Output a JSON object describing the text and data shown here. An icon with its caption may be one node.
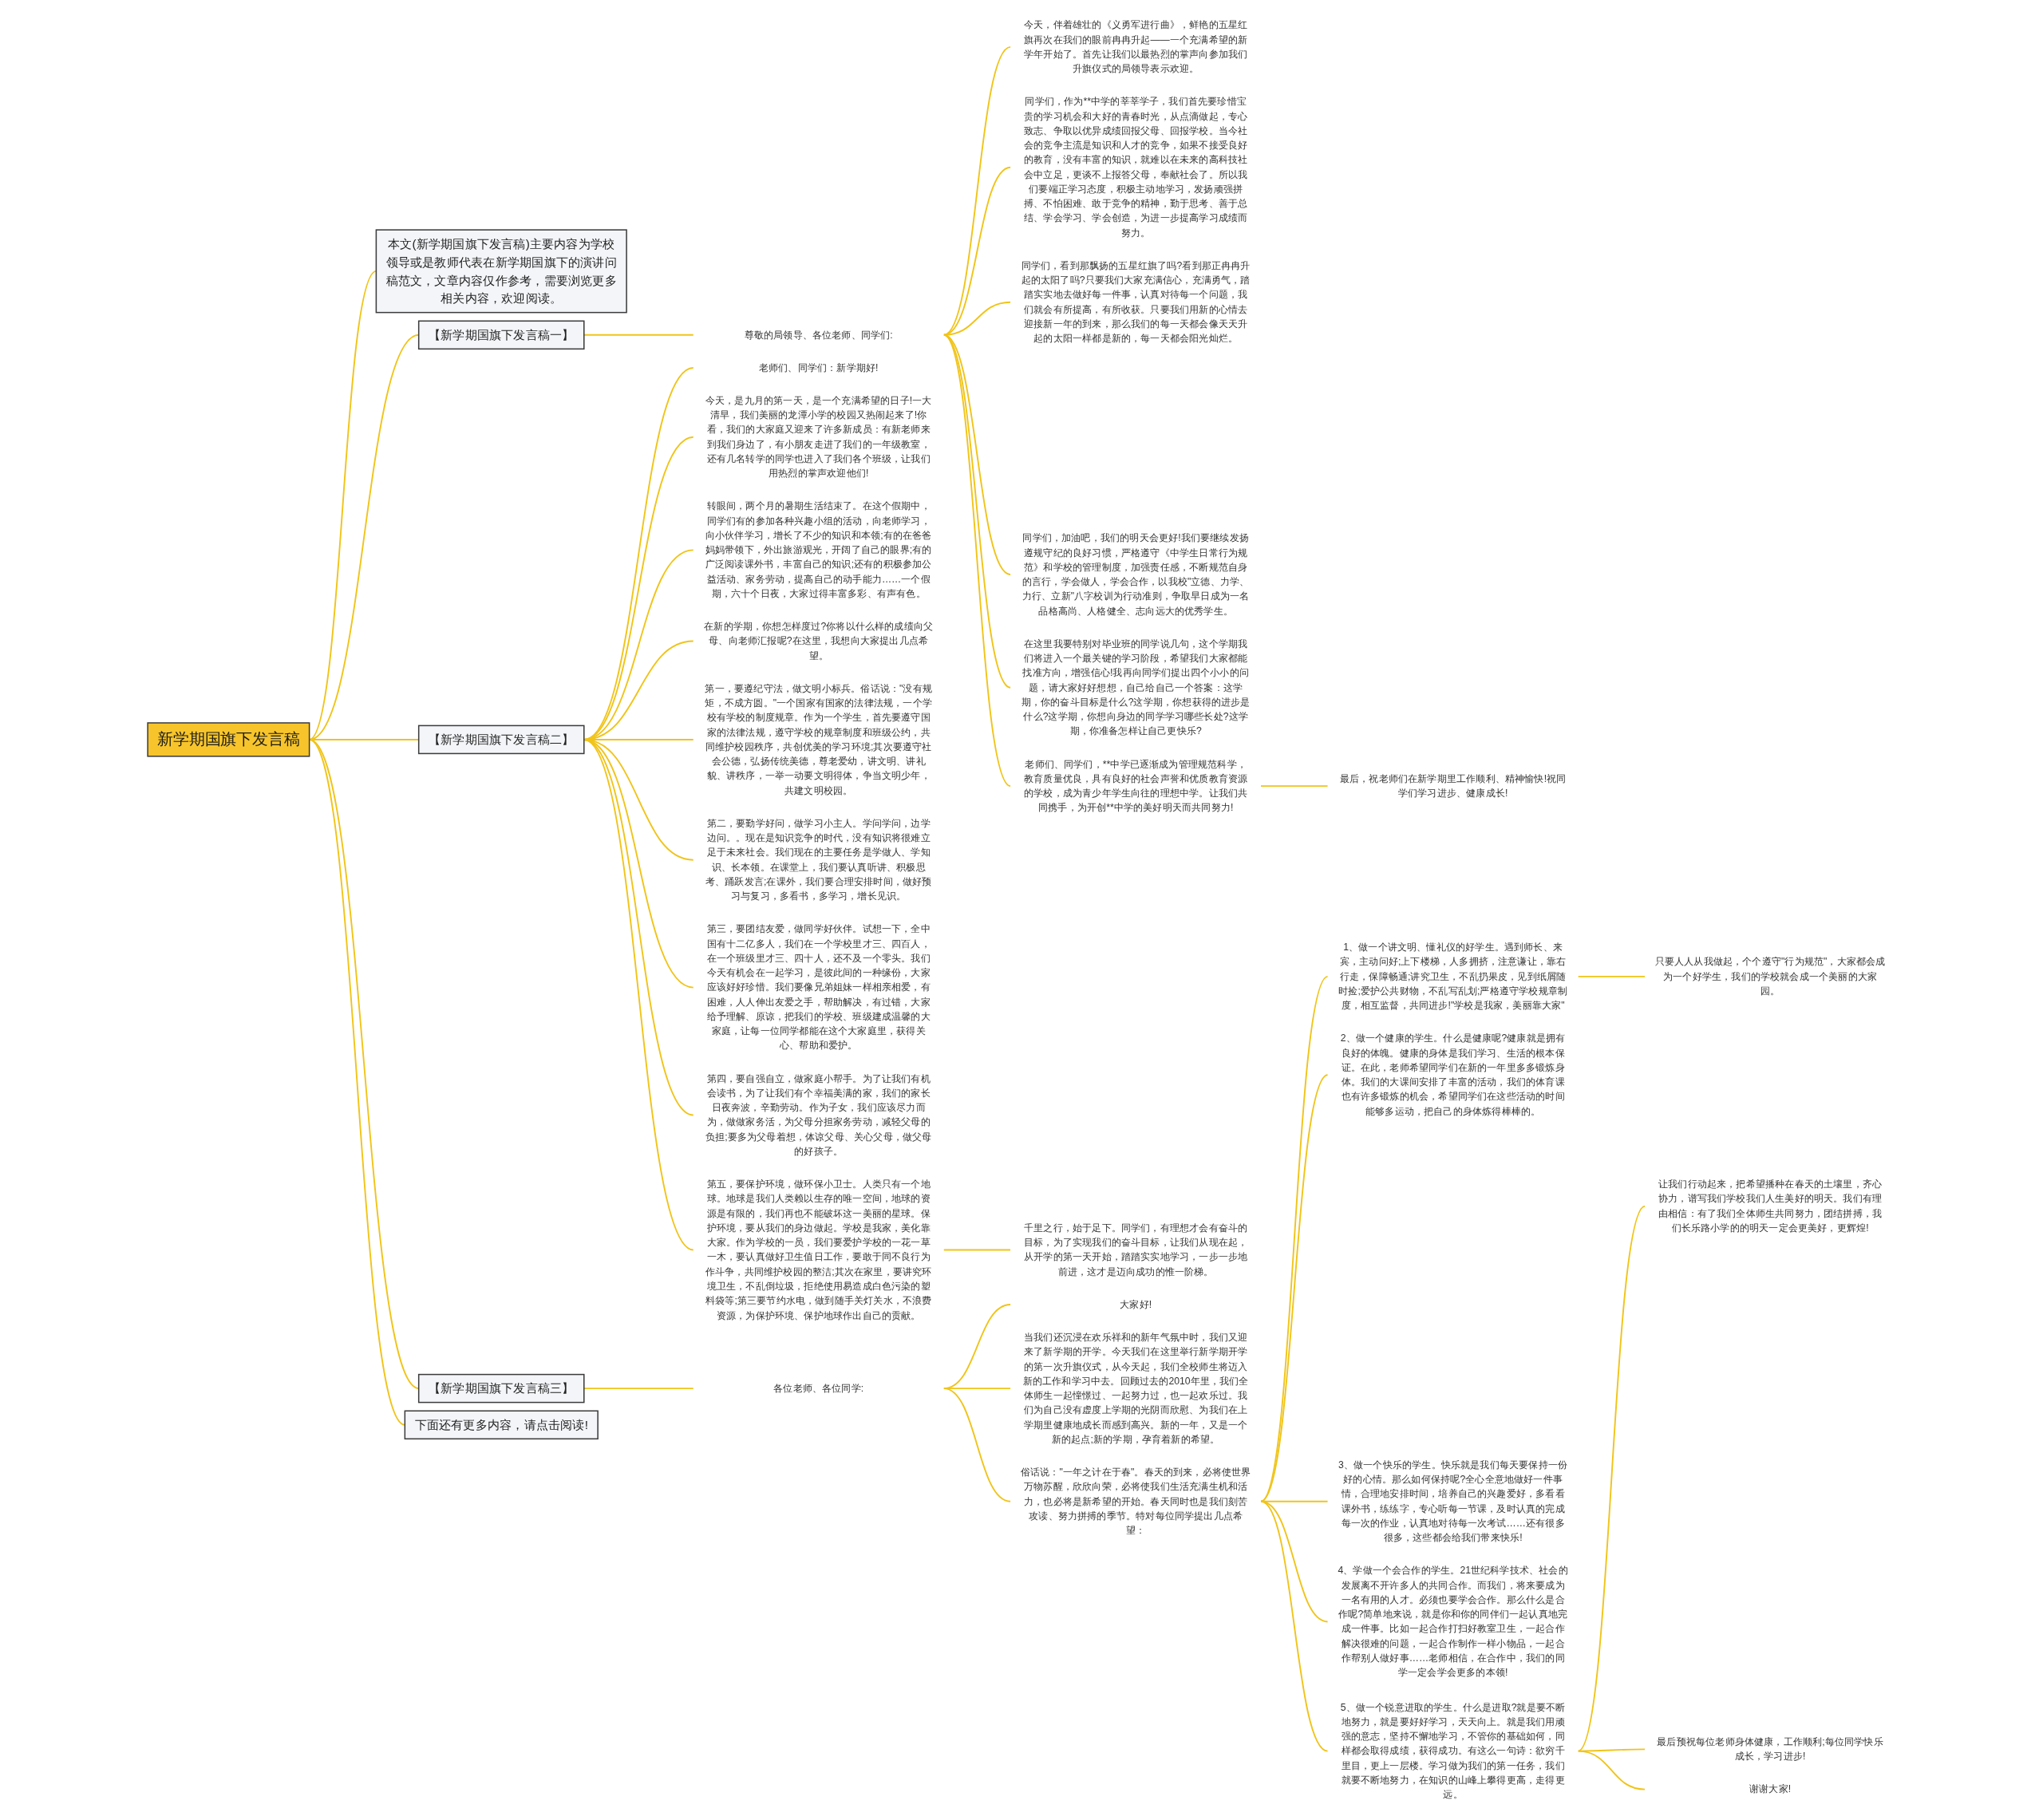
{
  "diagram": {
    "nodes": [
      {
        "text": [
          "新学期国旗下发言稿"
        ]
      },
      {
        "text": [
          "本文(新学期国旗下发言稿)主要内容为学校领导或是教师代表在新学期国旗下的演讲问稿范文，文章内容仅作参考，需要浏览更多相关内容，欢迎阅读。"
        ]
      },
      {
        "text": [
          "【新学期国旗下发言稿一】"
        ]
      },
      {
        "text": [
          "尊敬的局领导、各位老师、同学们:"
        ]
      },
      {
        "text": [
          "今天，伴着雄壮的《义勇军进行曲》，鲜艳的五星红旗再次在我们的眼前冉冉升起——一个充满希望的新学年开始了。首先让我们以最热烈的掌声向参加我们升旗仪式的局领导表示欢迎。"
        ]
      },
      {
        "text": [
          "同学们，作为**中学的莘莘学子，我们首先要珍惜宝贵的学习机会和大好的青春时光，从点滴做起，专心致志、争取以优异成绩回报父母、回报学校。当今社会的竞争主流是知识和人才的竞争，如果不接受良好的教育，没有丰富的知识，就难以在未来的高科技社会中立足，更谈不上报答父母，奉献社会了。所以我们要端正学习态度，积极主动地学习，发扬顽强拼搏、不怕困难、敢于竞争的精神，勤于思考、善于总结、学会学习、学会创造，为进一步提高学习成绩而努力。"
        ]
      },
      {
        "text": [
          "同学们，看到那飘扬的五星红旗了吗?看到那正冉冉升起的太阳了吗?只要我们大家充满信心，充满勇气，踏踏实实地去做好每一件事，认真对待每一个问题，我们就会有所提高，有所收获。只要我们用新的心情去迎接新一年的到来，那么我们的每一天都会像天天升起的太阳一样都是新的，每一天都会阳光灿烂。"
        ]
      },
      {
        "text": [
          "同学们，加油吧，我们的明天会更好!我们要继续发扬遵规守纪的良好习惯，严格遵守《中学生日常行为规范》和学校的管理制度，加强责任感，不断规范自身的言行，学会做人，学会合作，以我校\"立德、力学、力行、立新\"八字校训为行动准则，争取早日成为一名品格高尚、人格健全、志向远大的优秀学生。"
        ]
      },
      {
        "text": [
          "在这里我要特别对毕业班的同学说几句，这个学期我们将进入一个最关键的学习阶段，希望我们大家都能找准方向，增强信心!我再向同学们提出四个小小的问题，请大家好好想想，自己给自己一个答案：这学期，你的奋斗目标是什么?这学期，你想获得的进步是什么?这学期，你想向身边的同学学习哪些长处?这学期，你准备怎样让自己更快乐?"
        ]
      },
      {
        "text": [
          "老师们、同学们，**中学已逐渐成为管理规范科学，教育质量优良，具有良好的社会声誉和优质教育资源的学校，成为青少年学生向往的理想中学。让我们共同携手，为开创**中学的美好明天而共同努力!"
        ]
      },
      {
        "text": [
          "最后，祝老师们在新学期里工作顺利、精神愉快!祝同学们学习进步、健康成长!"
        ]
      },
      {
        "text": [
          "【新学期国旗下发言稿二】"
        ]
      },
      {
        "text": [
          "老师们、同学们：新学期好!"
        ]
      },
      {
        "text": [
          "今天，是九月的第一天，是一个充满希望的日子!一大清早，我们美丽的龙潭小学的校园又热闹起来了!你看，我们的大家庭又迎来了许多新成员：有新老师来到我们身边了，有小朋友走进了我们的一年级教室，还有几名转学的同学也进入了我们各个班级，让我们用热烈的掌声欢迎他们!"
        ]
      },
      {
        "text": [
          "转眼间，两个月的暑期生活结束了。在这个假期中，同学们有的参加各种兴趣小组的活动，向老师学习，向小伙伴学习，增长了不少的知识和本领;有的在爸爸妈妈带领下，外出旅游观光，开阔了自己的眼界;有的广泛阅读课外书，丰富自己的知识;还有的积极参加公益活动、家务劳动，提高自己的动手能力……一个假期，六十个日夜，大家过得丰富多彩、有声有色。"
        ]
      },
      {
        "text": [
          "在新的学期，你想怎样度过?你将以什么样的成绩向父母、向老师汇报呢?在这里，我想向大家提出几点希望。"
        ]
      },
      {
        "text": [
          "第一，要遵纪守法，做文明小标兵。俗话说：\"没有规矩，不成方圆。\"一个国家有国家的法律法规，一个学校有学校的制度规章。作为一个学生，首先要遵守国家的法律法规，遵守学校的规章制度和班级公约，共同维护校园秩序，共创优美的学习环境;其次要遵守社会公德，弘扬传统美德，尊老爱幼，讲文明、讲礼貌、讲秩序，一举一动要文明得体，争当文明少年，共建文明校园。"
        ]
      },
      {
        "text": [
          "第二，要勤学好问，做学习小主人。学问学问，边学边问。。现在是知识竞争的时代，没有知识将很难立足于未来社会。我们现在的主要任务是学做人、学知识、长本领。在课堂上，我们要认真听讲、积极思考、踊跃发言;在课外，我们要合理安排时间，做好预习与复习，多看书，多学习，增长见识。"
        ]
      },
      {
        "text": [
          "第三，要团结友爱，做同学好伙伴。试想一下，全中国有十二亿多人，我们在一个学校里才三、四百人，在一个班级里才三、四十人，还不及一个零头。我们今天有机会在一起学习，是彼此间的一种缘份，大家应该好好珍惜。我们要像兄弟姐妹一样相亲相爱，有困难，人人伸出友爱之手，帮助解决，有过错，大家给予理解、原谅，把我们的学校、班级建成温馨的大家庭，让每一位同学都能在这个大家庭里，获得关心、帮助和爱护。"
        ]
      },
      {
        "text": [
          "第四，要自强自立，做家庭小帮手。为了让我们有机会读书，为了让我们有个幸福美满的家，我们的家长日夜奔波，辛勤劳动。作为子女，我们应该尽力而为，做做家务活，为父母分担家务劳动，减轻父母的负担;要多为父母着想，体谅父母、关心父母，做父母的好孩子。"
        ]
      },
      {
        "text": [
          "第五，要保护环境，做环保小卫士。人类只有一个地球。地球是我们人类赖以生存的唯一空间，地球的资源是有限的，我们再也不能破坏这一美丽的星球。保护环境，要从我们的身边做起。学校是我家，美化靠大家。作为学校的一员，我们要爱护学校的一花一草一木，要认真做好卫生值日工作，要敢于同不良行为作斗争，共同维护校园的整洁;其次在家里，要讲究环境卫生，不乱倒垃圾，拒绝使用易造成白色污染的塑料袋等;第三要节约水电，做到随手关灯关水，不浪费资源，为保护环境、保护地球作出自己的贡献。"
        ]
      },
      {
        "text": [
          "千里之行，始于足下。同学们，有理想才会有奋斗的目标，为了实现我们的奋斗目标，让我们从现在起，从开学的第一天开始，踏踏实实地学习，一步一步地前进，这才是迈向成功的惟一阶梯。"
        ]
      },
      {
        "text": [
          "【新学期国旗下发言稿三】"
        ]
      },
      {
        "text": [
          "各位老师、各位同学:"
        ]
      },
      {
        "text": [
          "大家好!"
        ]
      },
      {
        "text": [
          "当我们还沉浸在欢乐祥和的新年气氛中时，我们又迎来了新学期的开学。今天我们在这里举行新学期开学的第一次升旗仪式，从今天起，我们全校师生将迈入新的工作和学习中去。回顾过去的2010年里，我们全体师生一起憧憬过、一起努力过，也一起欢乐过。我们为自己没有虚度上学期的光阴而欣慰、为我们在上学期里健康地成长而感到高兴。新的一年，又是一个新的起点;新的学期，孕育着新的希望。"
        ]
      },
      {
        "text": [
          "俗话说：\"一年之计在于春\"。春天的到来，必将使世界万物苏醒，欣欣向荣，必将使我们生活充满生机和活力，也必将是新希望的开始。春天同时也是我们刻苦攻读、努力拼搏的季节。特对每位同学提出几点希望："
        ]
      },
      {
        "text": [
          "1、做一个讲文明、懂礼仪的好学生。遇到师长、来宾，主动问好;上下楼梯，人多拥挤，注意谦让，靠右行走，保障畅通;讲究卫生，不乱扔果皮，见到纸屑随时捡;爱护公共财物，不乱写乱划;严格遵守学校规章制度，相互监督，共同进步!\"学校是我家，美丽靠大家\""
        ]
      },
      {
        "text": [
          "只要人人从我做起，个个遵守\"行为规范\"，大家都会成为一个好学生，我们的学校就会成一个美丽的大家园。"
        ]
      },
      {
        "text": [
          "2、做一个健康的学生。什么是健康呢?健康就是拥有良好的体魄。健康的身体是我们学习、生活的根本保证。在此，老师希望同学们在新的一年里多多锻炼身体。我们的大课间安排了丰富的活动，我们的体育课也有许多锻炼的机会，希望同学们在这些活动的时间能够多运动，把自己的身体炼得棒棒的。"
        ]
      },
      {
        "text": [
          "3、做一个快乐的学生。快乐就是我们每天要保持一份好的心情。那么如何保持呢?全心全意地做好一件事情，合理地安排时间，培养自己的兴趣爱好，多看看课外书，练练字，专心听每一节课，及时认真的完成每一次的作业，认真地对待每一次考试……还有很多很多，这些都会给我们带来快乐!"
        ]
      },
      {
        "text": [
          "4、学做一个会合作的学生。21世纪科学技术、社会的发展离不开许多人的共同合作。而我们，将来要成为一名有用的人才。必须也要学会合作。那么什么是合作呢?简单地来说，就是你和你的同伴们一起认真地完成一件事。比如一起合作打扫好教室卫生，一起合作解决很难的问题，一起合作制作一样小物品，一起合作帮别人做好事……老师相信，在合作中，我们的同学一定会学会更多的本领!"
        ]
      },
      {
        "text": [
          "5、做一个锐意进取的学生。什么是进取?就是要不断地努力，就是要好好学习，天天向上。就是我们用顽强的意志，坚持不懈地学习，不管你的基础如何，同样都会取得成绩，获得成功。有这么一句诗：欲穷千里目，更上一层楼。学习做为我们的第一任务，我们就要不断地努力，在知识的山峰上攀得更高，走得更远。"
        ]
      },
      {
        "text": [
          "让我们行动起来，把希望播种在春天的土壤里，齐心协力，谱写我们学校我们人生美好的明天。我们有理由相信：有了我们全体师生共同努力，团结拼搏，我们长乐路小学的的明天一定会更美好，更辉煌!"
        ]
      },
      {
        "text": [
          "最后预祝每位老师身体健康，工作顺利;每位同学快乐成长，学习进步!"
        ]
      },
      {
        "text": [
          "谢谢大家!"
        ]
      },
      {
        "text": [
          "下面还有更多内容，请点击阅读!"
        ]
      }
    ],
    "edges": [
      {
        "from": 0,
        "to": 1,
        "arrow": "none"
      },
      {
        "from": 0,
        "to": 2,
        "arrow": "none"
      },
      {
        "from": 2,
        "to": 3,
        "arrow": "none"
      },
      {
        "from": 3,
        "to": 4,
        "arrow": "none"
      },
      {
        "from": 3,
        "to": 5,
        "arrow": "none"
      },
      {
        "from": 3,
        "to": 6,
        "arrow": "none"
      },
      {
        "from": 3,
        "to": 7,
        "arrow": "none"
      },
      {
        "from": 3,
        "to": 8,
        "arrow": "none"
      },
      {
        "from": 3,
        "to": 9,
        "arrow": "none"
      },
      {
        "from": 9,
        "to": 10,
        "arrow": "none"
      },
      {
        "from": 0,
        "to": 11,
        "arrow": "none"
      },
      {
        "from": 11,
        "to": 12,
        "arrow": "none"
      },
      {
        "from": 11,
        "to": 13,
        "arrow": "none"
      },
      {
        "from": 11,
        "to": 14,
        "arrow": "none"
      },
      {
        "from": 11,
        "to": 15,
        "arrow": "none"
      },
      {
        "from": 11,
        "to": 16,
        "arrow": "none"
      },
      {
        "from": 11,
        "to": 17,
        "arrow": "none"
      },
      {
        "from": 11,
        "to": 18,
        "arrow": "none"
      },
      {
        "from": 11,
        "to": 19,
        "arrow": "none"
      },
      {
        "from": 11,
        "to": 20,
        "arrow": "none"
      },
      {
        "from": 20,
        "to": 21,
        "arrow": "none"
      },
      {
        "from": 0,
        "to": 22,
        "arrow": "none"
      },
      {
        "from": 22,
        "to": 23,
        "arrow": "none"
      },
      {
        "from": 23,
        "to": 24,
        "arrow": "none"
      },
      {
        "from": 23,
        "to": 25,
        "arrow": "none"
      },
      {
        "from": 23,
        "to": 26,
        "arrow": "none"
      },
      {
        "from": 26,
        "to": 27,
        "arrow": "none"
      },
      {
        "from": 27,
        "to": 28,
        "arrow": "none"
      },
      {
        "from": 26,
        "to": 29,
        "arrow": "none"
      },
      {
        "from": 26,
        "to": 30,
        "arrow": "none"
      },
      {
        "from": 26,
        "to": 31,
        "arrow": "none"
      },
      {
        "from": 26,
        "to": 32,
        "arrow": "none"
      },
      {
        "from": 32,
        "to": 33,
        "arrow": "none"
      },
      {
        "from": 32,
        "to": 34,
        "arrow": "none"
      },
      {
        "from": 32,
        "to": 35,
        "arrow": "none"
      },
      {
        "from": 0,
        "to": 36,
        "arrow": "none"
      }
    ]
  }
}
